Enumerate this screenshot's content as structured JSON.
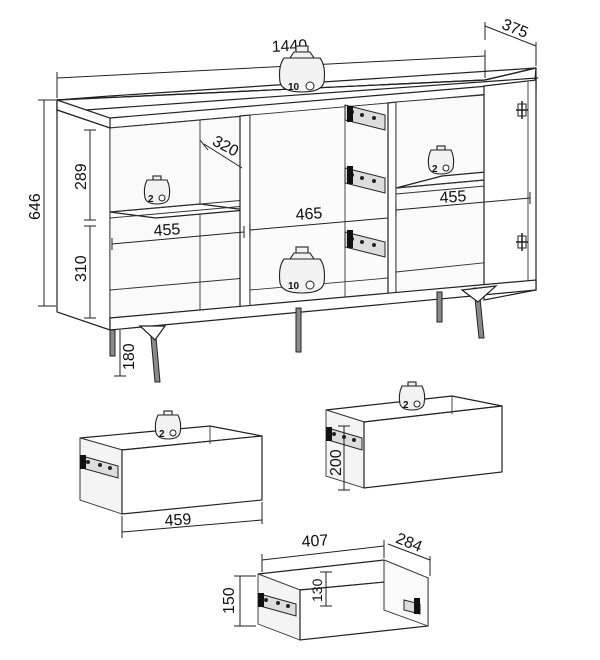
{
  "dimensions": {
    "width": "1440",
    "depth": "375",
    "height": "646",
    "shelf_depth": "320",
    "upper_gap": "289",
    "lower_gap": "310",
    "leg_height": "180",
    "left_compartment": "455",
    "middle_compartment": "465",
    "right_compartment": "455",
    "drawer_a_width": "459",
    "drawer_b_height": "200",
    "drawer_c_width": "407",
    "drawer_c_depth": "284",
    "drawer_c_height": "150",
    "drawer_c_inner_height": "130"
  },
  "load_labels": {
    "top": "10",
    "shelf_left": "2",
    "shelf_right": "2",
    "bottom_middle": "10",
    "drawer_a": "2",
    "drawer_b": "2"
  },
  "colors": {
    "line": "#222222",
    "panel": "#ffffff",
    "interior": "#f4f4f4",
    "leg": "#8a8a8a"
  },
  "icons": [
    "weight-icon",
    "drawer-rail-icon",
    "hinge-icon"
  ]
}
